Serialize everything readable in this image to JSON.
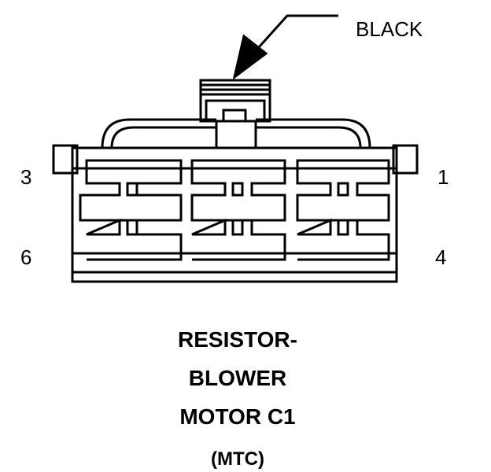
{
  "connector": {
    "wire_color_label": "BLACK",
    "pin_labels": {
      "top_left": "3",
      "top_right": "1",
      "bottom_left": "6",
      "bottom_right": "4"
    }
  },
  "caption": {
    "line1": "RESISTOR-",
    "line2": "BLOWER",
    "line3": "MOTOR C1",
    "line4": "(MTC)"
  },
  "colors": {
    "stroke": "#000000",
    "background": "#ffffff"
  }
}
